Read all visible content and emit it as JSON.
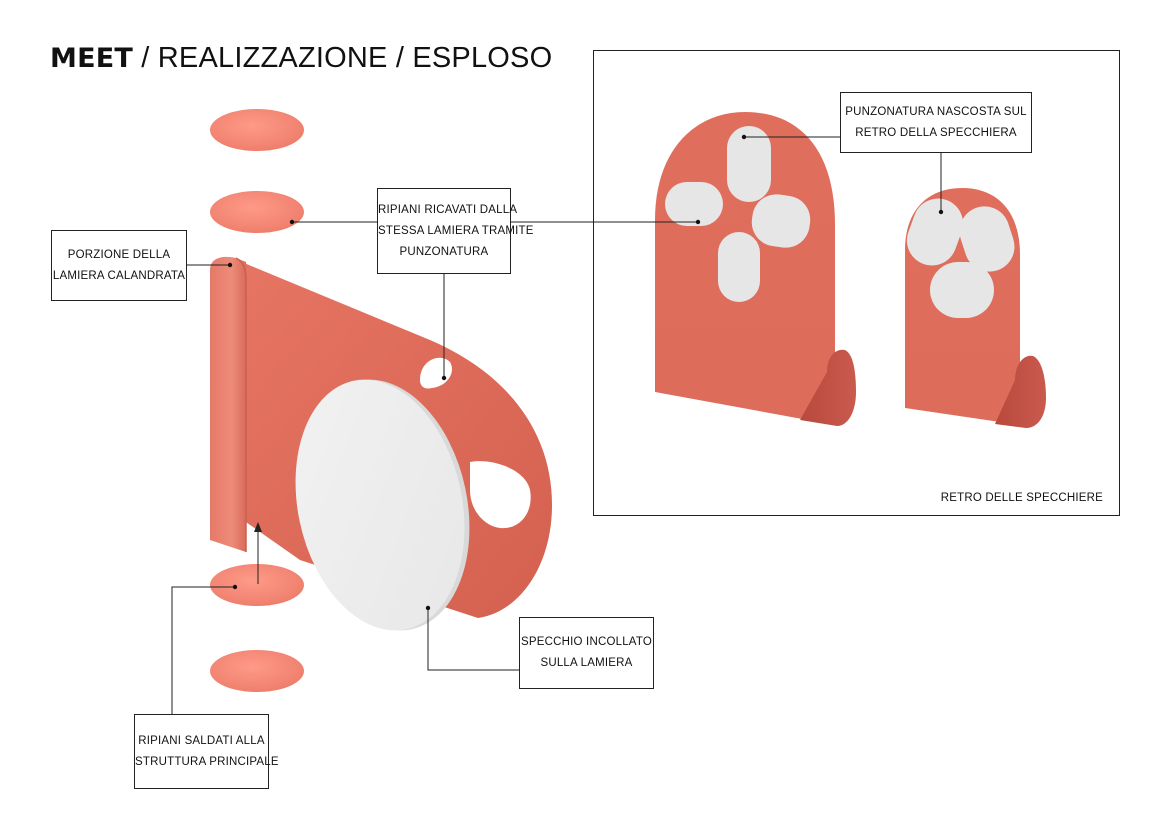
{
  "title": {
    "brand": "MEET",
    "rest": " / REALIZZAZIONE / ESPLOSO"
  },
  "labels": {
    "lamiera_calandrata": [
      "PORZIONE DELLA",
      "LAMIERA CALANDRATA"
    ],
    "ripiani_ricavati": [
      "RIPIANI RICAVATI DALLA",
      "STESSA LAMIERA TRAMITE",
      "PUNZONATURA"
    ],
    "punzonatura_nascosta": [
      "PUNZONATURA NASCOSTA SUL",
      "RETRO DELLA SPECCHIERA"
    ],
    "specchio_incollato": [
      "SPECCHIO INCOLLATO",
      "SULLA LAMIERA"
    ],
    "ripiani_saldati": [
      "RIPIANI SALDATI ALLA",
      "STRUTTURA PRINCIPALE"
    ]
  },
  "inset": {
    "caption": "RETRO DELLE SPECCHIERE"
  },
  "colors": {
    "coral_light": "#f28a78",
    "coral": "#e0705f",
    "coral_dark": "#c2574a",
    "mirror": "#eeeeee",
    "punch": "#e6e6e6"
  }
}
